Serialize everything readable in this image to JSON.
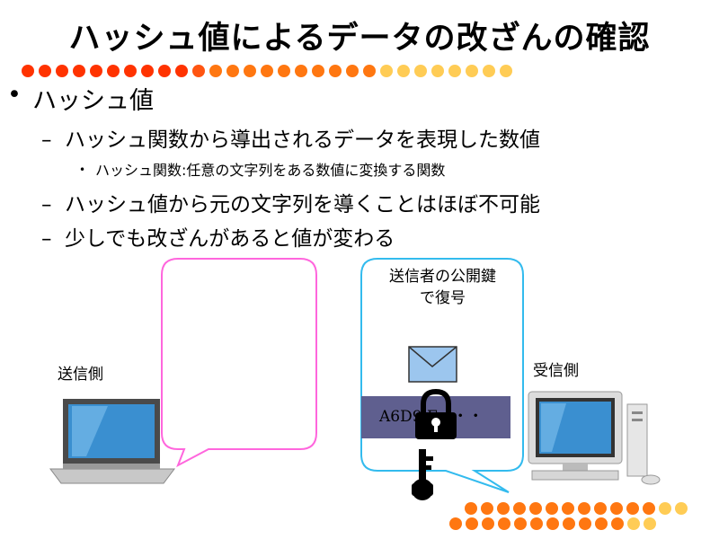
{
  "slide": {
    "title": "ハッシュ値によるデータの改ざんの確認",
    "bullet_l1": {
      "mark": "•",
      "text": "ハッシュ値"
    },
    "bullets_l2": [
      {
        "mark": "–",
        "text": "ハッシュ関数から導出されるデータを表現した数値"
      },
      {
        "mark": "–",
        "text": "ハッシュ値から元の文字列を導くことはほぼ不可能"
      },
      {
        "mark": "–",
        "text": "少しでも改ざんがあると値が変わる"
      }
    ],
    "bullet_l3": {
      "mark": "•",
      "text": "ハッシュ関数:任意の文字列をある数値に変換する関数"
    }
  },
  "diagram": {
    "sender_label": "送信側",
    "receiver_label": "受信側",
    "bubble_right_line1": "送信者の公開鍵",
    "bubble_right_line2": "で復号",
    "cipher_text": "A6D9       F・・・"
  },
  "colors": {
    "pink_bubble": "#ff66dd",
    "cyan_bubble": "#33bbee",
    "dot_red": "#ff3300",
    "dot_orange": "#ff7711",
    "dot_yellow": "#ffcc55",
    "cipher_band": "#5f5f8f"
  },
  "icons": {
    "laptop": "laptop-icon",
    "desktop": "desktop-computer-icon",
    "envelope": "envelope-icon",
    "padlock": "padlock-icon",
    "key": "key-icon"
  }
}
